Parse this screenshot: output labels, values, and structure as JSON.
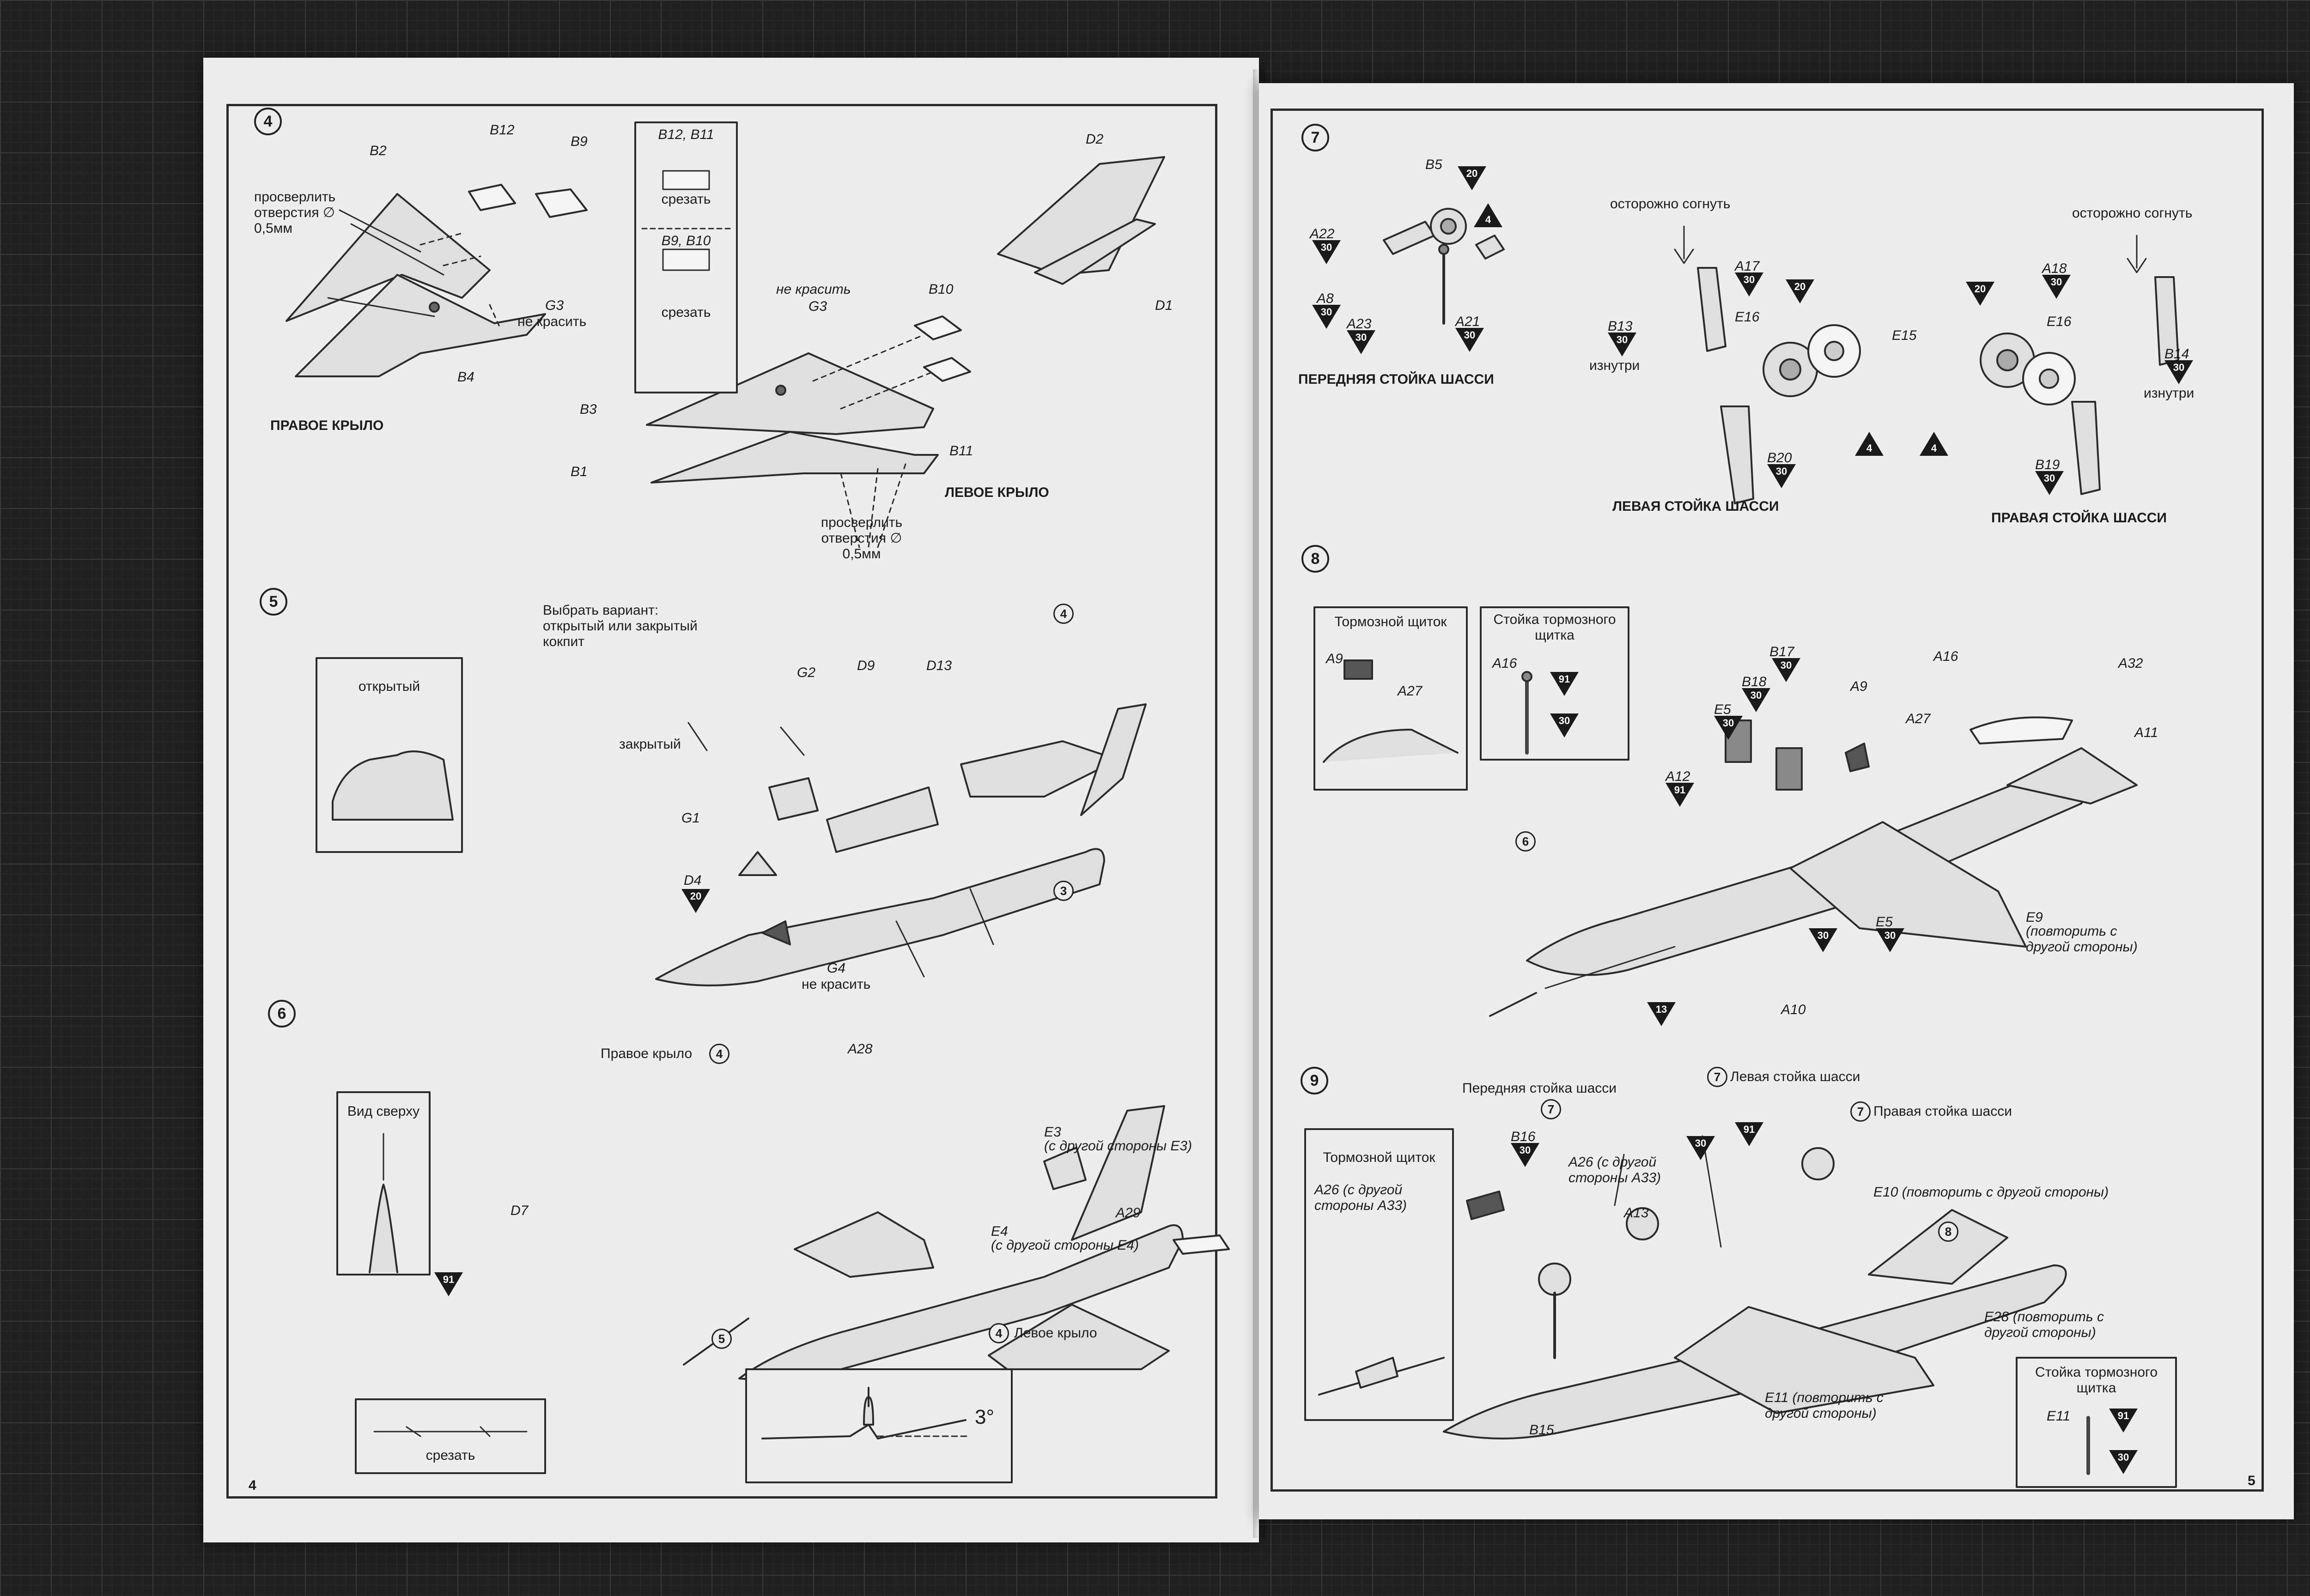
{
  "left_page": {
    "page_number": "4",
    "step4": {
      "number": "4",
      "labels": {
        "b2": "B2",
        "b12": "B12",
        "b9": "B9",
        "g3": "G3",
        "b4": "B4",
        "b10": "B10",
        "b3": "B3",
        "b1": "B1",
        "b11": "B11",
        "d2": "D2",
        "d1": "D1",
        "g3b": "G3"
      },
      "drill_note": "просверлить отверстия ∅ 0,5мм",
      "drill_note2": "просверлить отверстия ∅ 0,5мм",
      "no_paint": "не красить",
      "no_paint2": "не красить",
      "right_wing": "ПРАВОЕ КРЫЛО",
      "left_wing": "ЛЕВОЕ КРЫЛО",
      "inset_title1": "B12, B11",
      "inset_cut1": "срезать",
      "inset_title2": "B9, B10",
      "inset_cut2": "срезать"
    },
    "step5": {
      "number": "5",
      "choose": "Выбрать вариант: открытый или закрытый кокпит",
      "open_label": "открытый",
      "closed_label": "закрытый",
      "labels": {
        "g2": "G2",
        "d9": "D9",
        "d13": "D13",
        "g1": "G1",
        "d4": "D4",
        "g4": "G4"
      },
      "no_paint": "не красить",
      "ref4": "4",
      "ref3": "3",
      "paint_d4": "20"
    },
    "step6": {
      "number": "6",
      "top_view": "Вид сверху",
      "right_wing": "Правое крыло",
      "left_wing": "Левое крыло",
      "labels": {
        "a28": "A28",
        "e3": "E3",
        "e3_note": "(с другой стороны E3)",
        "a29": "A29",
        "e4": "E4",
        "e4_note": "(с другой стороны E4)",
        "d7": "D7"
      },
      "ref4a": "4",
      "ref4b": "4",
      "ref5": "5",
      "paint_d7": "91",
      "cut": "срезать",
      "angle": "3°"
    }
  },
  "right_page": {
    "page_number": "5",
    "step7": {
      "number": "7",
      "labels": {
        "b5": "B5",
        "a22": "A22",
        "a8": "A8",
        "a23": "A23",
        "a21": "A21",
        "a17": "A17",
        "e16": "E16",
        "e15": "E15",
        "b13": "B13",
        "b20": "B20",
        "a18": "A18",
        "e16b": "E16",
        "b14": "B14",
        "b19": "B19"
      },
      "bend_carefully": "осторожно согнуть",
      "bend_carefully2": "осторожно согнуть",
      "inside": "изнутри",
      "inside2": "изнутри",
      "front_gear": "ПЕРЕДНЯЯ СТОЙКА ШАССИ",
      "left_gear": "ЛЕВАЯ СТОЙКА ШАССИ",
      "right_gear": "ПРАВАЯ СТОЙКА ШАССИ",
      "paints": {
        "b5a": "20",
        "b5b": "4",
        "a22": "30",
        "a8": "30",
        "a23": "30",
        "a21": "30",
        "a17": "30",
        "e15a": "20",
        "e15b": "4",
        "b13": "30",
        "b20": "30",
        "e16r": "20",
        "e16rb": "4",
        "a18": "30",
        "b14": "30",
        "b19": "30"
      }
    },
    "step8": {
      "number": "8",
      "brake_flap": "Тормозной щиток",
      "brake_strut": "Стойка тормозного щитка",
      "labels": {
        "a9": "A9",
        "a27": "A27",
        "a16": "A16",
        "b17": "B17",
        "b18": "B18",
        "a9b": "A9",
        "a16b": "A16",
        "a32": "A32",
        "e5": "E5",
        "a27b": "A27",
        "a11": "A11",
        "a12": "A12",
        "e5b": "E5",
        "e9": "E9",
        "e9_note": "(повторить с другой стороны)",
        "a10": "A10"
      },
      "ref6": "6",
      "paints": {
        "a16": "91",
        "a16b": "30",
        "b17": "30",
        "b18": "30",
        "e5": "30",
        "a12": "91",
        "mid": "30",
        "e5b": "30",
        "a10": "13"
      }
    },
    "step9": {
      "number": "9",
      "front_gear": "Передняя стойка шасси",
      "left_gear": "Левая стойка шасси",
      "right_gear": "Правая стойка шасси",
      "brake_flap": "Тормозной щиток",
      "a26_note": "A26 (с другой стороны A33)",
      "a26_note2": "A26 (с другой стороны A33)",
      "labels": {
        "b16": "B16",
        "a13": "A13",
        "e10": "E10 (повторить с другой стороны)",
        "e28": "E28 (повторить с другой стороны)",
        "e11": "E11 (повторить с другой стороны)",
        "b15": "B15",
        "e11b": "E11"
      },
      "brake_strut": "Стойка тормозного щитка",
      "ref7a": "7",
      "ref7b": "7",
      "ref7c": "7",
      "ref8": "8",
      "paints": {
        "b16": "30",
        "mid1": "30",
        "mid2": "91",
        "e11a": "91",
        "e11b": "30"
      }
    }
  }
}
